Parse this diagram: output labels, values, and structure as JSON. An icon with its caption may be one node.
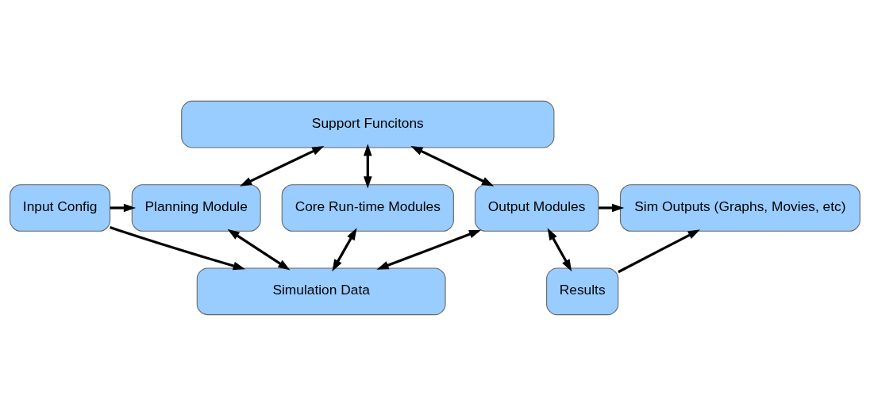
{
  "diagram": {
    "nodes": [
      {
        "text": [
          "Input Config"
        ]
      },
      {
        "text": [
          "Support Funcitons"
        ]
      },
      {
        "text": [
          "Planning Module"
        ]
      },
      {
        "text": [
          "Core Run-time Modules"
        ]
      },
      {
        "text": [
          "Output Modules"
        ]
      },
      {
        "text": [
          "Sim Outputs (Graphs, Movies, etc)"
        ]
      },
      {
        "text": [
          "Simulation Data"
        ]
      },
      {
        "text": [
          "Results"
        ]
      }
    ],
    "edges": [
      {
        "from": 0,
        "to": 2,
        "arrow": "to"
      },
      {
        "from": 0,
        "to": 6,
        "arrow": "to"
      },
      {
        "from": 2,
        "to": 1,
        "arrow": "both"
      },
      {
        "from": 3,
        "to": 1,
        "arrow": "both"
      },
      {
        "from": 4,
        "to": 1,
        "arrow": "both"
      },
      {
        "from": 2,
        "to": 6,
        "arrow": "both"
      },
      {
        "from": 3,
        "to": 6,
        "arrow": "both"
      },
      {
        "from": 4,
        "to": 6,
        "arrow": "both"
      },
      {
        "from": 4,
        "to": 7,
        "arrow": "both"
      },
      {
        "from": 4,
        "to": 5,
        "arrow": "to"
      },
      {
        "from": 7,
        "to": 5,
        "arrow": "to"
      }
    ]
  }
}
